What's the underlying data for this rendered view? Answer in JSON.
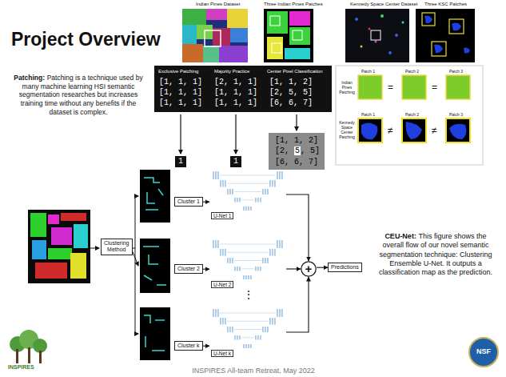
{
  "diagram": {
    "title": "Project Overview",
    "nodes": [
      {
        "text": [
          "Clustering Method"
        ]
      },
      {
        "text": [
          "Cluster 1"
        ]
      },
      {
        "text": [
          "U-Net 1"
        ]
      },
      {
        "text": [
          "Cluster 2"
        ]
      },
      {
        "text": [
          "U-Net 2"
        ]
      },
      {
        "text": [
          "Cluster k"
        ]
      },
      {
        "text": [
          "U-Net k"
        ]
      },
      {
        "text": [
          "+"
        ]
      },
      {
        "text": [
          "Predictions"
        ]
      }
    ],
    "edges": [
      {
        "from": 1,
        "to": 2,
        "arrow": "to"
      },
      {
        "from": 3,
        "to": 4,
        "arrow": "to"
      },
      {
        "from": 5,
        "to": 6,
        "arrow": "to"
      },
      {
        "from": 2,
        "to": 7,
        "arrow": "to"
      },
      {
        "from": 4,
        "to": 7,
        "arrow": "to"
      },
      {
        "from": 6,
        "to": 7,
        "arrow": "to"
      },
      {
        "from": 7,
        "to": 8,
        "arrow": "to"
      }
    ],
    "labels": [
      "Patching:",
      "Patching is a technique used by many machine learning HSI semantic segmentation researches but increases training time without any benefits if the dataset is complex.",
      "Indian Pines Dataset",
      "Three Indian Pines Patches",
      "Kennedy Space Center Dataset",
      "Three KSC Patches",
      "Exclusive Patching",
      "Majority Practice",
      "Center Pixel Classification",
      "[1, 1, 1]",
      "[1, 1, 1]",
      "[1, 1, 1]",
      "[2, 1, 1]",
      "[1, 1, 1]",
      "[1, 1, 1]",
      "[1, 1, 2]",
      "[2, 5, 5]",
      "[6, 6, 7]",
      "1",
      "1",
      "[1, 1, 2]",
      "[2,",
      "5",
      ", 5]",
      "[6, 6, 7]",
      "Patch 1",
      "Patch 2",
      "Patch 3",
      "Indian Pines Patching",
      "=",
      "=",
      "Patch 1",
      "Patch 2",
      "Patch 3",
      "Kennedy Space Center Patching",
      "≠",
      "≠",
      "⋮",
      "CEU-Net:",
      "This figure shows the overall flow of our novel semantic segmentation technique: Clustering Ensemble U-Net. It outputs a classification map as the prediction.",
      "INSPIRES",
      "INSPIRES All-team Retreat, May 2022",
      "NSF"
    ]
  }
}
